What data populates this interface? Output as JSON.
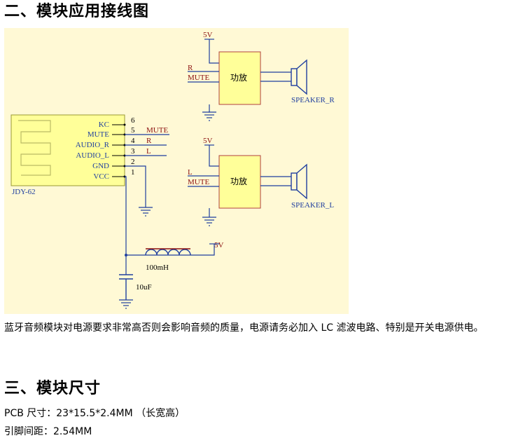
{
  "section2": {
    "title": "二、模块应用接线图"
  },
  "diagram": {
    "module": {
      "name": "JDY-62",
      "pins": [
        {
          "num": "6",
          "label": "KC"
        },
        {
          "num": "5",
          "label": "MUTE"
        },
        {
          "num": "4",
          "label": "AUDIO_R"
        },
        {
          "num": "3",
          "label": "AUDIO_L"
        },
        {
          "num": "2",
          "label": "GND"
        },
        {
          "num": "1",
          "label": "VCC"
        }
      ],
      "net_mute": "MUTE",
      "net_r": "R",
      "net_l": "L"
    },
    "amp_top": {
      "supply": "5V",
      "in1": "R",
      "in2": "MUTE",
      "label": "功放",
      "speaker": "SPEAKER_R"
    },
    "amp_bottom": {
      "supply": "5V",
      "in1": "L",
      "in2": "MUTE",
      "label": "功放",
      "speaker": "SPEAKER_L"
    },
    "filter": {
      "inductor": "100mH",
      "capacitor": "10uF",
      "supply": "5V"
    }
  },
  "note": "蓝牙音频模块对电源要求非常高否则会影响音频的质量，电源请务必加入 LC 滤波电路、特别是开关电源供电。",
  "section3": {
    "title": "三、模块尺寸"
  },
  "size_line": "PCB 尺寸：23*15.5*2.4MM （长宽高）",
  "pitch_line": "引脚间距：2.54MM"
}
